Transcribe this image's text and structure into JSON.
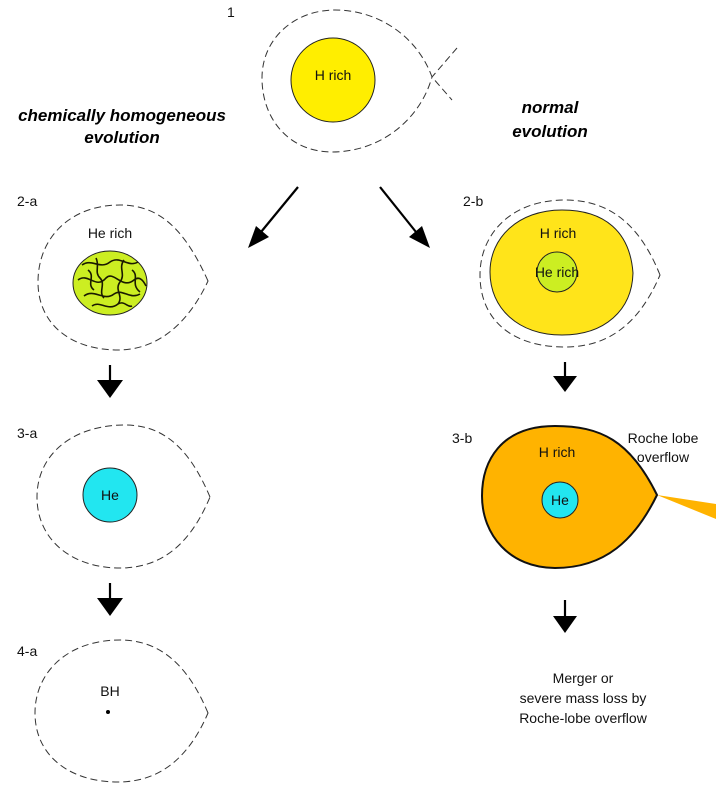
{
  "headings": {
    "left": [
      "chemically homogeneous",
      "evolution"
    ],
    "right": [
      "normal",
      "evolution"
    ]
  },
  "stages": {
    "s1": {
      "label": "1",
      "core_text": "H rich"
    },
    "s2a": {
      "label": "2-a",
      "text": "He rich"
    },
    "s3a": {
      "label": "3-a",
      "core_text": "He"
    },
    "s4a": {
      "label": "4-a",
      "text": "BH"
    },
    "s2b": {
      "label": "2-b",
      "outer_text": "H rich",
      "core_text": "He rich"
    },
    "s3b": {
      "label": "3-b",
      "outer_text": "H rich",
      "core_text": "He",
      "side_note": [
        "Roche lobe",
        "overflow"
      ]
    }
  },
  "outcome": [
    "Merger or",
    "severe mass loss by",
    "Roche-lobe overflow"
  ],
  "colors": {
    "h_rich": "#ffee00",
    "he_core_green": "#ccee22",
    "he_core_cyan": "#22e6f0",
    "envelope_orange": "#ffb300",
    "envelope_yellow": "#ffe41a"
  }
}
